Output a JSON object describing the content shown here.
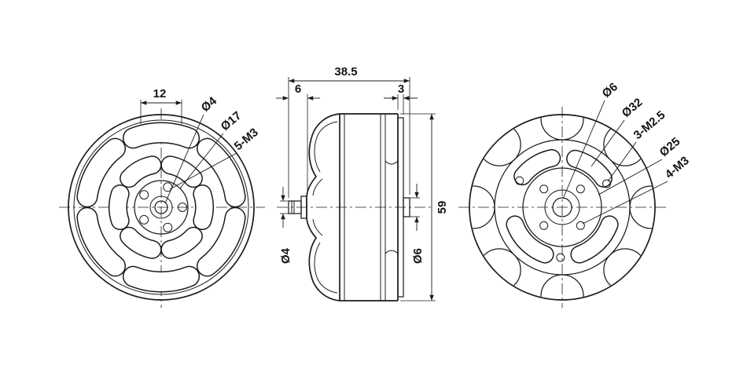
{
  "front": {
    "dim_width": "12",
    "shaft": "Ø4",
    "hub": "Ø17",
    "screws": "5-M3"
  },
  "side": {
    "total_len": "38.5",
    "front_len": "6",
    "rear_len": "3",
    "height": "59",
    "shaft_dia": "Ø4",
    "stub_dia": "Ø6"
  },
  "back": {
    "center_hole": "Ø6",
    "bolt_circle": "Ø32",
    "screws_small": "3-M2.5",
    "hub_dia": "Ø25",
    "mount_screws": "4-M3"
  },
  "colors": {
    "line": "#1c1c1c",
    "background": "#ffffff"
  }
}
